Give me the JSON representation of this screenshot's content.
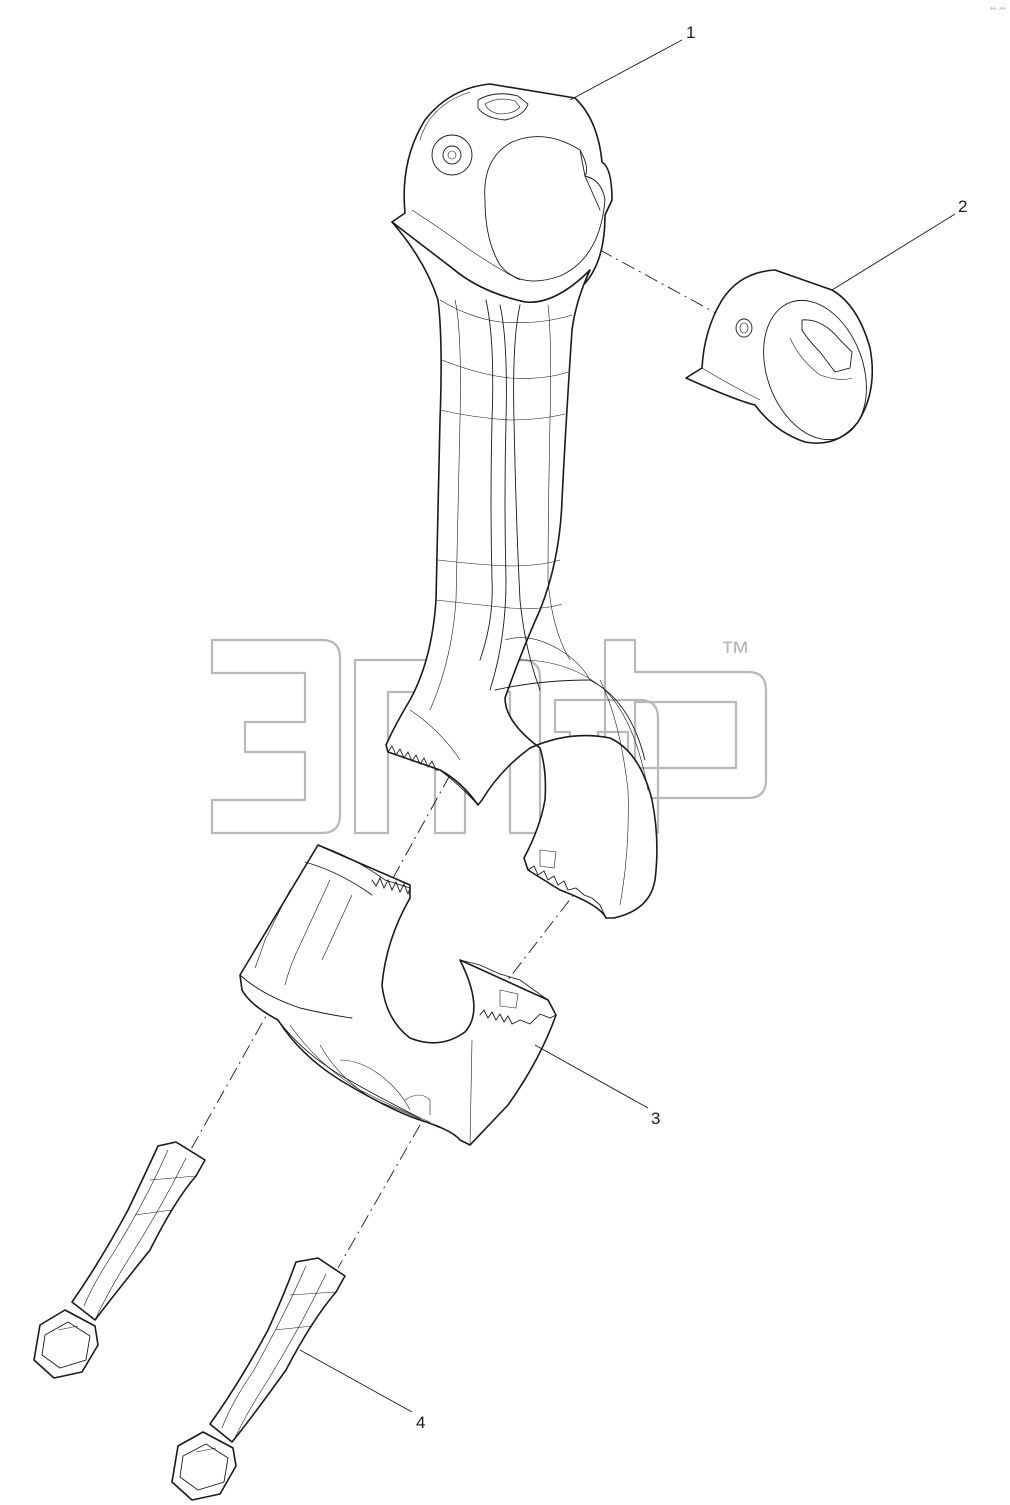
{
  "figure": {
    "callouts": [
      "1",
      "2",
      "3",
      "4"
    ],
    "corner_mark": "°° ·°°",
    "watermark": {
      "logo": "ЭТМ-style watermark logo",
      "mark": "™"
    },
    "colors": {
      "line": "#1a1a1a",
      "watermark": "#b8b8b8",
      "background": "#ffffff"
    }
  }
}
